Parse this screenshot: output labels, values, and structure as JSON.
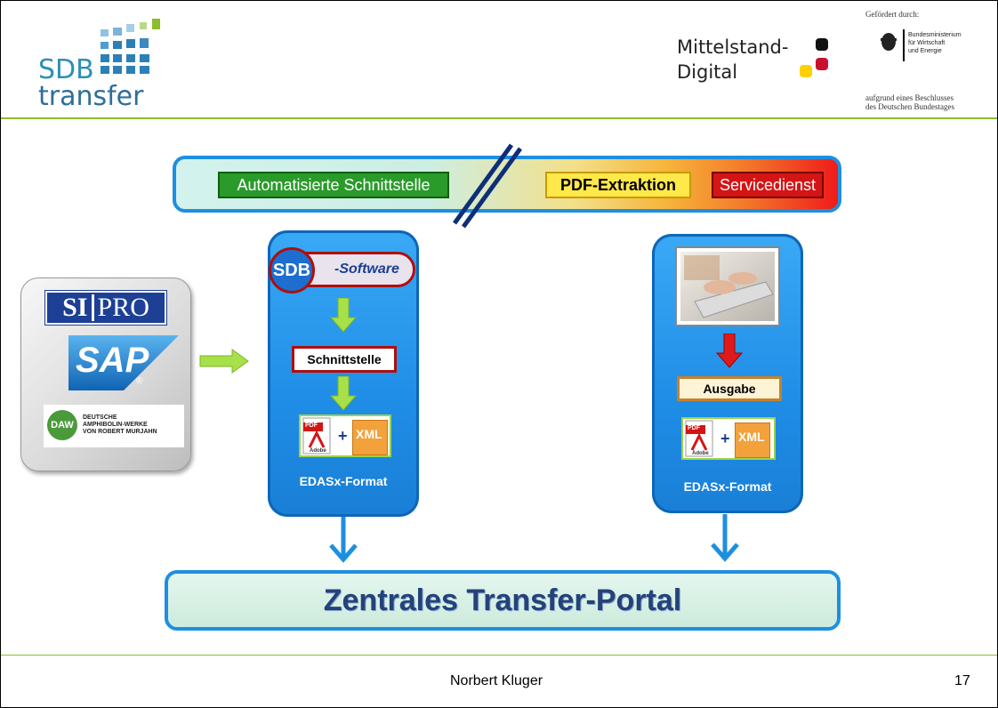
{
  "header": {
    "logo": {
      "line1": "SDB",
      "line2": "transfer"
    },
    "mittelstand": {
      "line1": "Mittelstand-",
      "line2": "Digital"
    },
    "funding": {
      "label": "Gefördert durch:",
      "ministry_lines": [
        "Bundesministerium",
        "für Wirtschaft",
        "und Energie"
      ],
      "decision_lines": [
        "aufgrund eines Beschlusses",
        "des Deutschen Bundestages"
      ]
    }
  },
  "top_bar": {
    "tags": [
      "Automatisierte Schnittstelle",
      "PDF-Extraktion",
      "Servicedienst"
    ]
  },
  "sources": {
    "sipro": {
      "left": "SI",
      "right": "PRO"
    },
    "sap": {
      "text": "SAP",
      "reg": "®"
    },
    "daw": {
      "badge": "DAW",
      "lines": [
        "DEUTSCHE",
        "AMPHIBOLIN-WERKE",
        "VON ROBERT MURJAHN"
      ]
    }
  },
  "left_panel": {
    "sdb_badge": "SDB",
    "software_label": "-Software",
    "interface_label": "Schnittstelle",
    "file": {
      "pdf": "PDF",
      "plus": "+",
      "xml": "XML",
      "adobe": "Adobe"
    },
    "format_label": "EDASx-Format"
  },
  "right_panel": {
    "output_label": "Ausgabe",
    "file": {
      "pdf": "PDF",
      "plus": "+",
      "xml": "XML",
      "adobe": "Adobe"
    },
    "format_label": "EDASx-Format"
  },
  "portal": {
    "label": "Zentrales Transfer-Portal"
  },
  "footer": {
    "author": "Norbert Kluger",
    "page": "17"
  },
  "colors": {
    "accent_green": "#8dbb2c",
    "panel_blue": "#1f8de6",
    "tag_green": "#2a9a2a",
    "tag_yellow": "#ffe84a",
    "tag_red": "#d41515",
    "portal_text": "#24427a"
  }
}
